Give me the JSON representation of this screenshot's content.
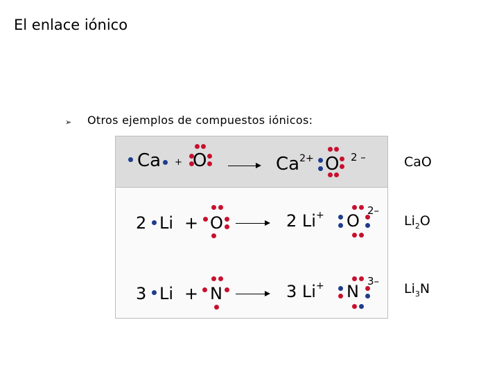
{
  "slide": {
    "title": "El enlace iónico",
    "bullet_symbol": "➢",
    "bullet_text": "Otros ejemplos de compuestos iónicos:"
  },
  "colors": {
    "valence_electron": "#1f3d8c",
    "nonmetal_electron": "#c8102e",
    "top_panel": "#dcdcdc"
  },
  "rows": [
    {
      "reactant_metal": "Ca",
      "plus": "+",
      "reactant_nonmetal": "O",
      "product_cation": "Ca",
      "cation_charge": "2+",
      "product_anion": "O",
      "anion_charge": "2 –",
      "formula_main": "CaO"
    },
    {
      "coefficient": "2",
      "reactant_metal": "Li",
      "plus": "+",
      "reactant_nonmetal": "O",
      "product_coefficient": "2",
      "product_cation": "Li",
      "cation_charge": "+",
      "product_anion": "O",
      "anion_charge": "2–",
      "formula_el1": "Li",
      "formula_sub": "2",
      "formula_el2": "O"
    },
    {
      "coefficient": "3",
      "reactant_metal": "Li",
      "plus": "+",
      "reactant_nonmetal": "N",
      "product_coefficient": "3",
      "product_cation": "Li",
      "cation_charge": "+",
      "product_anion": "N",
      "anion_charge": "3–",
      "formula_el1": "Li",
      "formula_sub": "3",
      "formula_el2": "N"
    }
  ]
}
